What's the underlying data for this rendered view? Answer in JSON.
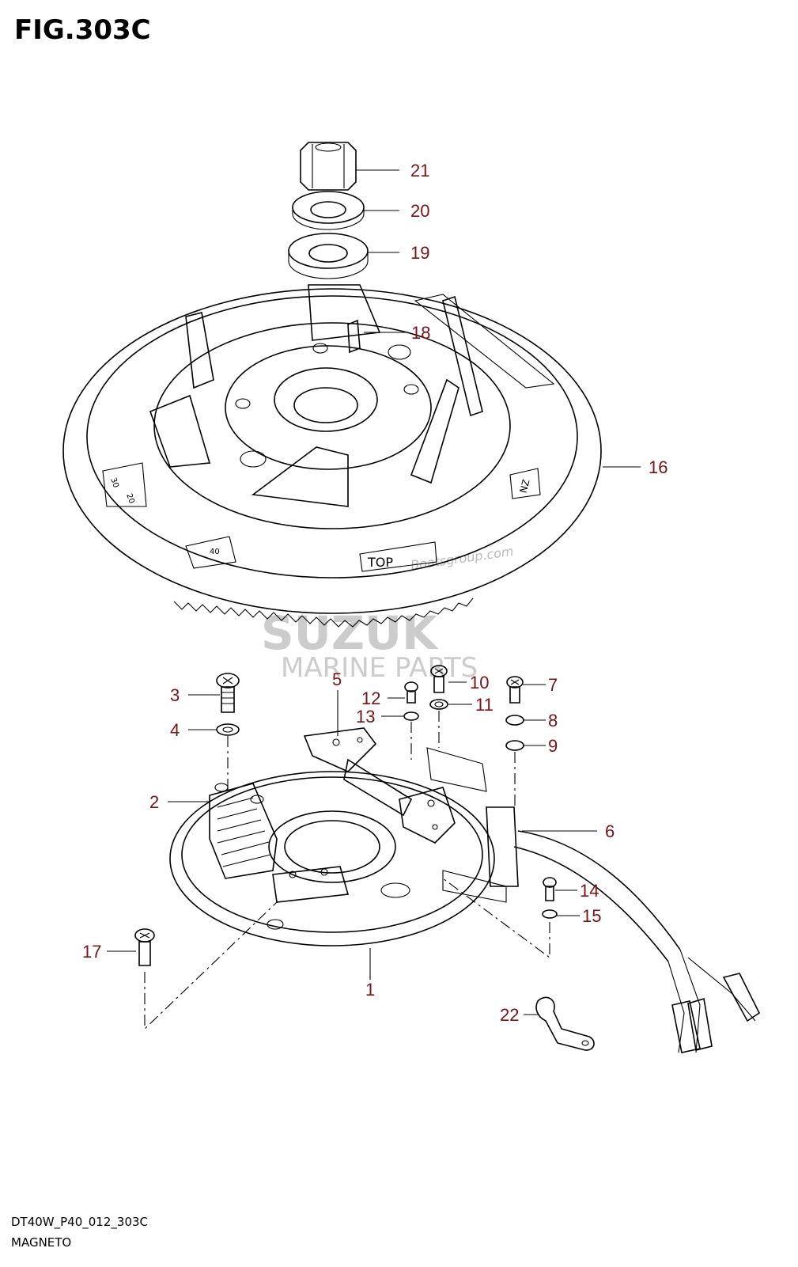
{
  "figure": {
    "title": "FIG.303C",
    "code": "DT40W_P40_012_303C",
    "name": "MAGNETO"
  },
  "watermark": {
    "brand": "SUZUK",
    "line2": "MARINE PARTS",
    "site": "Boatsgroup.com"
  },
  "ring_gear_marks": {
    "scale_a1": "30",
    "scale_a2": "20",
    "scale_b": "40",
    "stamp_top": "TOP",
    "stamp_side": "NZ"
  },
  "callouts": [
    "1",
    "2",
    "3",
    "4",
    "5",
    "6",
    "7",
    "8",
    "9",
    "10",
    "11",
    "12",
    "13",
    "14",
    "15",
    "16",
    "17",
    "18",
    "19",
    "20",
    "21",
    "22"
  ],
  "colors": {
    "callout": "#7a1414",
    "line": "#000000",
    "watermark": "#cccccc"
  }
}
